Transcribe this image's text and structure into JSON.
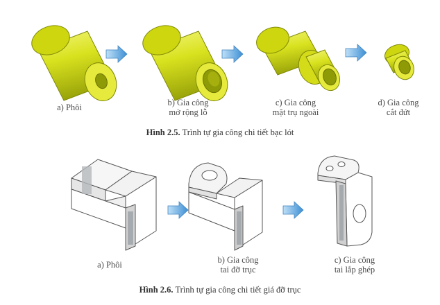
{
  "fig1": {
    "caption_num": "Hình 2.5.",
    "caption_text": " Trình tự gia công chi tiết bạc lót",
    "steps": [
      {
        "line1": "a) Phôi",
        "line2": ""
      },
      {
        "line1": "b) Gia công",
        "line2": "mở rộng lỗ"
      },
      {
        "line1": "c) Gia công",
        "line2": "mặt trụ ngoài"
      },
      {
        "line1": "d) Gia công",
        "line2": "cắt đứt"
      }
    ]
  },
  "fig2": {
    "caption_num": "Hình 2.6.",
    "caption_text": " Trình tự gia công chi tiết giá đỡ trục",
    "steps": [
      {
        "line1": "a) Phôi",
        "line2": ""
      },
      {
        "line1": "b) Gia công",
        "line2": "tai đỡ trục"
      },
      {
        "line1": "c) Gia công",
        "line2": "tai lắp ghép"
      }
    ]
  },
  "colors": {
    "cylinder": "#d9e21e",
    "cylinder_dark": "#8f9a07",
    "arrow": "#5aa7e0",
    "bracket_shade": "#9aa0a6"
  }
}
